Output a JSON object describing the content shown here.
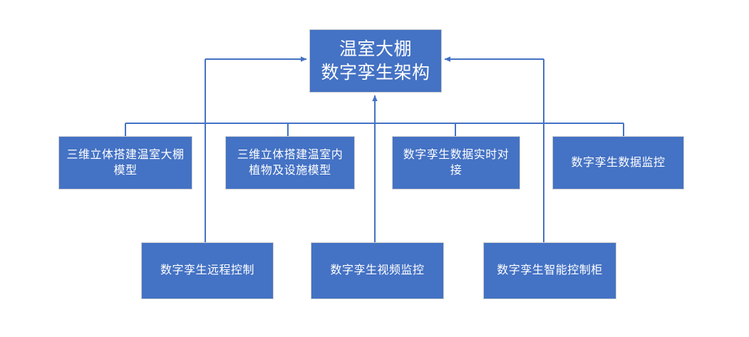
{
  "diagram": {
    "type": "hierarchy-org-chart",
    "title": "温室大棚数字孪生架构",
    "colors": {
      "node_fill": "#4472C4",
      "node_text": "#FFFFFF",
      "node_border": "#CFCFCF",
      "connector": "#4472C4",
      "background": "#FFFFFF"
    },
    "root": {
      "id": "root",
      "label": "温室大棚\n数字孪生架构",
      "line1": "温室大棚",
      "line2": "数字孪生架构"
    },
    "middle_row": [
      {
        "id": "mid-1",
        "label": "三维立体搭建温室大棚模型",
        "line1": "三维立体搭建温室大",
        "line2": "棚模型"
      },
      {
        "id": "mid-2",
        "label": "三维立体搭建温室内植物及设施模型",
        "line1": "三维立体搭建温室内",
        "line2": "植物及设施模型"
      },
      {
        "id": "mid-3",
        "label": "数字孪生数据实时对接",
        "line1": "数字孪生",
        "line2": "数据实时对接"
      },
      {
        "id": "mid-4",
        "label": "数字孪生数据监控",
        "line1": "数字孪生",
        "line2": "数据监控"
      }
    ],
    "bottom_row": [
      {
        "id": "leaf-1",
        "label": "数字孪生远程控制",
        "line1": "数字孪生",
        "line2": "远程控制"
      },
      {
        "id": "leaf-2",
        "label": "数字孪生视频监控",
        "line1": "数字孪生",
        "line2": "视频监控"
      },
      {
        "id": "leaf-3",
        "label": "数字孪生智能控制柜",
        "line1": "数字孪生",
        "line2": "智能控制柜"
      }
    ]
  }
}
